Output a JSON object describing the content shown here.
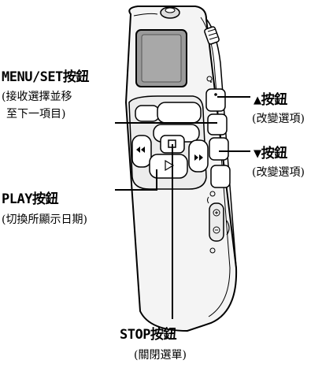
{
  "labels": {
    "menu_set": {
      "title": "MENU/SET按鈕",
      "desc_line1": "(接收選擇並移",
      "desc_line2": "至下一項目)"
    },
    "play": {
      "title": "PLAY按鈕",
      "desc": "(切換所顯示日期)"
    },
    "up": {
      "title": "▲按鈕",
      "desc": "(改變選項)"
    },
    "down": {
      "title": "▼按鈕",
      "desc": "(改變選項)"
    },
    "stop": {
      "title": "STOP按鈕",
      "desc": "(關閉選單)"
    }
  }
}
